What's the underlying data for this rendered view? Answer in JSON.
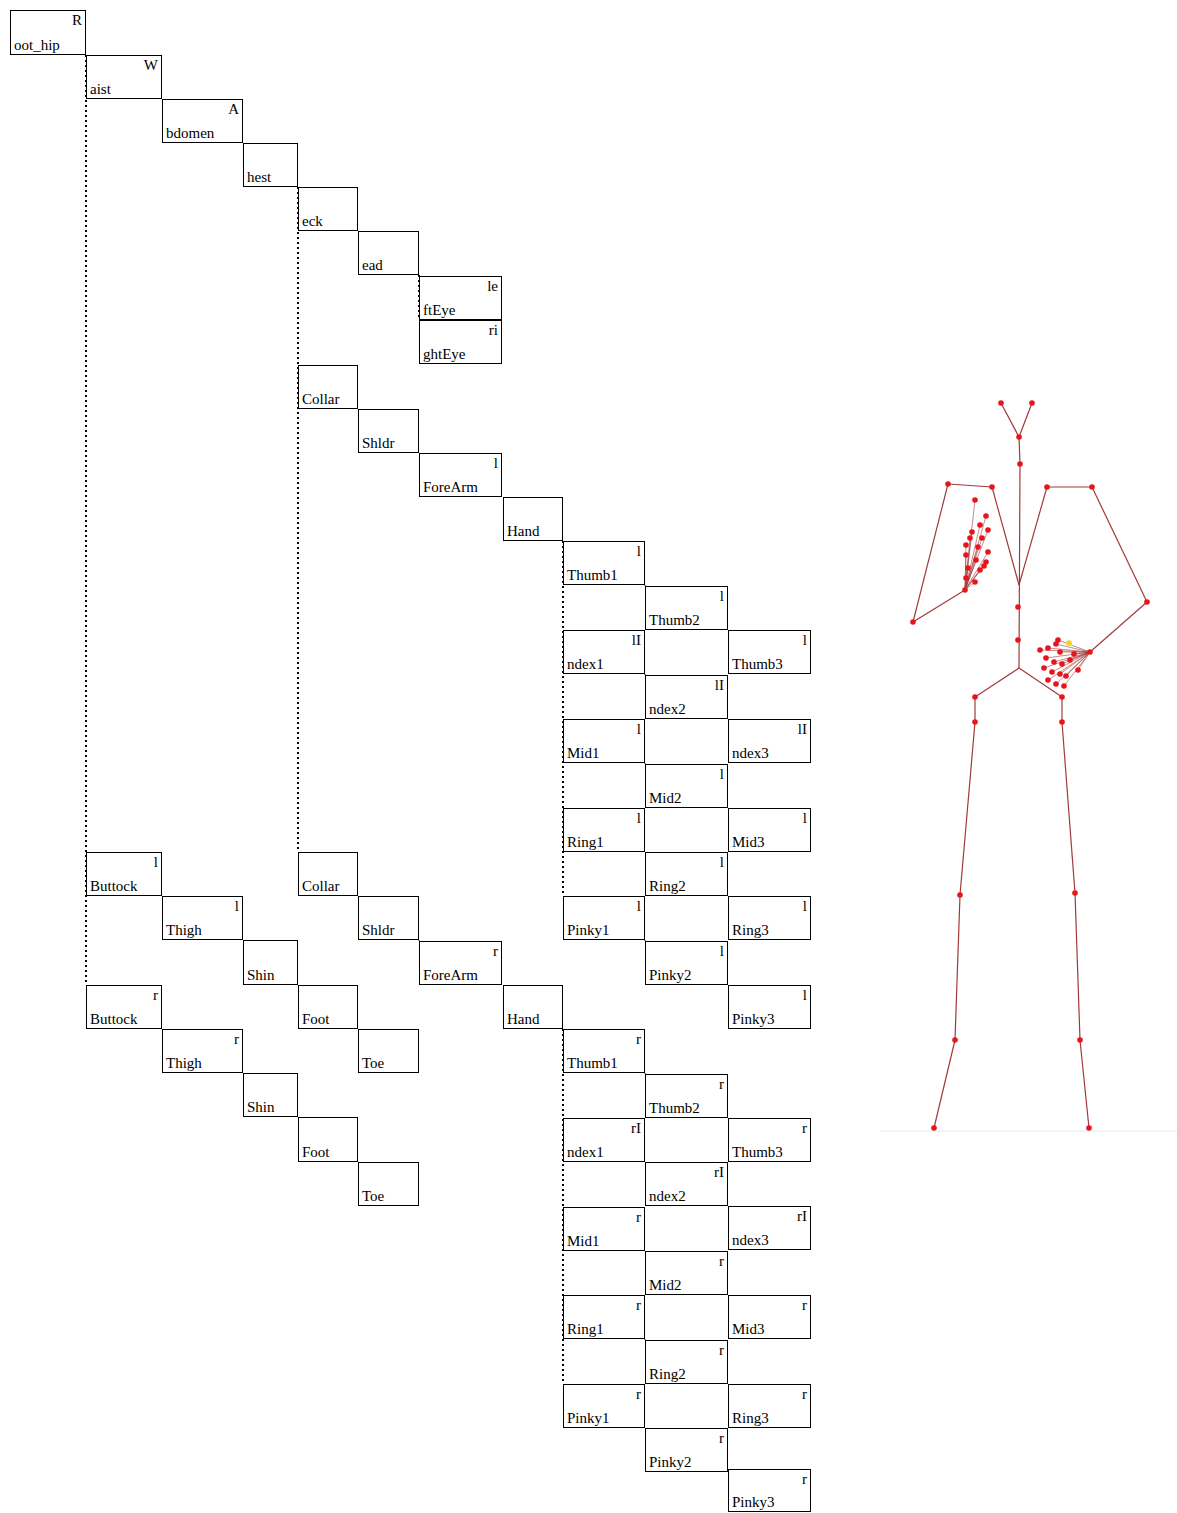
{
  "diagram": {
    "nodes": [
      {
        "text": [
          "R",
          "oot_hip"
        ]
      },
      {
        "text": [
          "W",
          "aist"
        ]
      },
      {
        "text": [
          "A",
          "bdomen"
        ]
      },
      {
        "text": [
          "hest"
        ]
      },
      {
        "text": [
          "eck"
        ]
      },
      {
        "text": [
          "ead"
        ]
      },
      {
        "text": [
          "le",
          "ftEye"
        ]
      },
      {
        "text": [
          "ri",
          "ghtEye"
        ]
      },
      {
        "text": [
          "Collar"
        ]
      },
      {
        "text": [
          "Shldr"
        ]
      },
      {
        "text": [
          "l",
          "ForeArm"
        ]
      },
      {
        "text": [
          "Hand"
        ]
      },
      {
        "text": [
          "l",
          "Thumb1"
        ]
      },
      {
        "text": [
          "l",
          "Thumb2"
        ]
      },
      {
        "text": [
          "l",
          "Thumb3"
        ]
      },
      {
        "text": [
          "lI",
          "ndex1"
        ]
      },
      {
        "text": [
          "lI",
          "ndex2"
        ]
      },
      {
        "text": [
          "lI",
          "ndex3"
        ]
      },
      {
        "text": [
          "l",
          "Mid1"
        ]
      },
      {
        "text": [
          "l",
          "Mid2"
        ]
      },
      {
        "text": [
          "l",
          "Mid3"
        ]
      },
      {
        "text": [
          "l",
          "Ring1"
        ]
      },
      {
        "text": [
          "l",
          "Ring2"
        ]
      },
      {
        "text": [
          "l",
          "Ring3"
        ]
      },
      {
        "text": [
          "l",
          "Pinky1"
        ]
      },
      {
        "text": [
          "l",
          "Pinky2"
        ]
      },
      {
        "text": [
          "l",
          "Pinky3"
        ]
      },
      {
        "text": [
          "Collar"
        ]
      },
      {
        "text": [
          "Shldr"
        ]
      },
      {
        "text": [
          "r",
          "ForeArm"
        ]
      },
      {
        "text": [
          "Hand"
        ]
      },
      {
        "text": [
          "r",
          "Thumb1"
        ]
      },
      {
        "text": [
          "r",
          "Thumb2"
        ]
      },
      {
        "text": [
          "r",
          "Thumb3"
        ]
      },
      {
        "text": [
          "rI",
          "ndex1"
        ]
      },
      {
        "text": [
          "rI",
          "ndex2"
        ]
      },
      {
        "text": [
          "rI",
          "ndex3"
        ]
      },
      {
        "text": [
          "r",
          "Mid1"
        ]
      },
      {
        "text": [
          "r",
          "Mid2"
        ]
      },
      {
        "text": [
          "r",
          "Mid3"
        ]
      },
      {
        "text": [
          "r",
          "Ring1"
        ]
      },
      {
        "text": [
          "r",
          "Ring2"
        ]
      },
      {
        "text": [
          "r",
          "Ring3"
        ]
      },
      {
        "text": [
          "r",
          "Pinky1"
        ]
      },
      {
        "text": [
          "r",
          "Pinky2"
        ]
      },
      {
        "text": [
          "r",
          "Pinky3"
        ]
      },
      {
        "text": [
          "l",
          "Buttock"
        ]
      },
      {
        "text": [
          "l",
          "Thigh"
        ]
      },
      {
        "text": [
          "Shin"
        ]
      },
      {
        "text": [
          "Foot"
        ]
      },
      {
        "text": [
          "Toe"
        ]
      },
      {
        "text": [
          "r",
          "Buttock"
        ]
      },
      {
        "text": [
          "r",
          "Thigh"
        ]
      },
      {
        "text": [
          "Shin"
        ]
      },
      {
        "text": [
          "Foot"
        ]
      },
      {
        "text": [
          "Toe"
        ]
      }
    ],
    "edges": [
      {
        "from": 0,
        "to": 1,
        "arrow": "none"
      },
      {
        "from": 0,
        "to": 46,
        "arrow": "none"
      },
      {
        "from": 0,
        "to": 51,
        "arrow": "none"
      },
      {
        "from": 1,
        "to": 2,
        "arrow": "none"
      },
      {
        "from": 2,
        "to": 3,
        "arrow": "none"
      },
      {
        "from": 3,
        "to": 4,
        "arrow": "none"
      },
      {
        "from": 3,
        "to": 8,
        "arrow": "none"
      },
      {
        "from": 3,
        "to": 27,
        "arrow": "none"
      },
      {
        "from": 4,
        "to": 5,
        "arrow": "none"
      },
      {
        "from": 5,
        "to": 6,
        "arrow": "none"
      },
      {
        "from": 5,
        "to": 7,
        "arrow": "none"
      },
      {
        "from": 8,
        "to": 9,
        "arrow": "none"
      },
      {
        "from": 9,
        "to": 10,
        "arrow": "none"
      },
      {
        "from": 10,
        "to": 11,
        "arrow": "none"
      },
      {
        "from": 11,
        "to": 12,
        "arrow": "none"
      },
      {
        "from": 11,
        "to": 15,
        "arrow": "none"
      },
      {
        "from": 11,
        "to": 18,
        "arrow": "none"
      },
      {
        "from": 11,
        "to": 21,
        "arrow": "none"
      },
      {
        "from": 11,
        "to": 24,
        "arrow": "none"
      },
      {
        "from": 12,
        "to": 13,
        "arrow": "none"
      },
      {
        "from": 13,
        "to": 14,
        "arrow": "none"
      },
      {
        "from": 15,
        "to": 16,
        "arrow": "none"
      },
      {
        "from": 16,
        "to": 17,
        "arrow": "none"
      },
      {
        "from": 18,
        "to": 19,
        "arrow": "none"
      },
      {
        "from": 19,
        "to": 20,
        "arrow": "none"
      },
      {
        "from": 21,
        "to": 22,
        "arrow": "none"
      },
      {
        "from": 22,
        "to": 23,
        "arrow": "none"
      },
      {
        "from": 24,
        "to": 25,
        "arrow": "none"
      },
      {
        "from": 25,
        "to": 26,
        "arrow": "none"
      },
      {
        "from": 27,
        "to": 28,
        "arrow": "none"
      },
      {
        "from": 28,
        "to": 29,
        "arrow": "none"
      },
      {
        "from": 29,
        "to": 30,
        "arrow": "none"
      },
      {
        "from": 30,
        "to": 31,
        "arrow": "none"
      },
      {
        "from": 30,
        "to": 34,
        "arrow": "none"
      },
      {
        "from": 30,
        "to": 37,
        "arrow": "none"
      },
      {
        "from": 30,
        "to": 40,
        "arrow": "none"
      },
      {
        "from": 30,
        "to": 43,
        "arrow": "none"
      },
      {
        "from": 31,
        "to": 32,
        "arrow": "none"
      },
      {
        "from": 32,
        "to": 33,
        "arrow": "none"
      },
      {
        "from": 34,
        "to": 35,
        "arrow": "none"
      },
      {
        "from": 35,
        "to": 36,
        "arrow": "none"
      },
      {
        "from": 37,
        "to": 38,
        "arrow": "none"
      },
      {
        "from": 38,
        "to": 39,
        "arrow": "none"
      },
      {
        "from": 40,
        "to": 41,
        "arrow": "none"
      },
      {
        "from": 41,
        "to": 42,
        "arrow": "none"
      },
      {
        "from": 43,
        "to": 44,
        "arrow": "none"
      },
      {
        "from": 44,
        "to": 45,
        "arrow": "none"
      },
      {
        "from": 46,
        "to": 47,
        "arrow": "none"
      },
      {
        "from": 47,
        "to": 48,
        "arrow": "none"
      },
      {
        "from": 48,
        "to": 49,
        "arrow": "none"
      },
      {
        "from": 49,
        "to": 50,
        "arrow": "none"
      },
      {
        "from": 51,
        "to": 52,
        "arrow": "none"
      },
      {
        "from": 52,
        "to": 53,
        "arrow": "none"
      },
      {
        "from": 53,
        "to": 54,
        "arrow": "none"
      },
      {
        "from": 54,
        "to": 55,
        "arrow": "none"
      }
    ]
  }
}
